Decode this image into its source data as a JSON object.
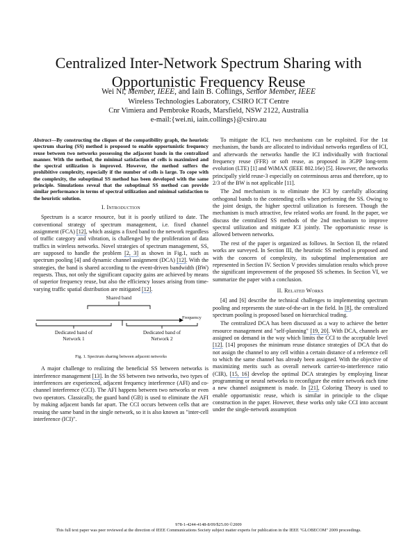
{
  "paper": {
    "title": "Centralized Inter-Network Spectrum Sharing with Opportunistic Frequency Reuse",
    "authors_prefix": "Wei Ni, ",
    "author1_role": "Member, IEEE",
    "authors_mid": ", and Iain B. Collings, ",
    "author2_role": "Senior Member, IEEE",
    "affiliation_1": "Wireless Technologies Laboratory, CSIRO ICT Centre",
    "affiliation_2": "Cnr Vimiera and Pembroke Roads, Marsfield, NSW 2122, Australia",
    "email": "e-mail:{wei.ni, iain.collings}@csiro.au"
  },
  "abstract": {
    "label": "Abstract",
    "text": "—By constructing the cliques of the compatibility graph, the heuristic spectrum sharing (SS) method is proposed to enable opportunistic frequency reuse between two networks possessing the adjacent bands in the centralized manner. With the method, the minimal satisfaction of cells is maximized and the spectral utilization is improved. However, the method suffers the prohibitive complexity, especially if the number of cells is large. To cope with the complexity, the suboptimal SS method has been developed with the same principle. Simulations reveal that the suboptimal SS method can provide similar performance in terms of spectral utilization and minimal satisfaction to the heuristic solution."
  },
  "sections": {
    "intro": "I. Introduction",
    "related": "II. Related Works"
  },
  "intro_p1": {
    "a": "Spectrum is a scarce resource, but it is poorly utilized to date. The conventional strategy of spectrum management, i.e. fixed channel assignment (FCA) ",
    "r1": "[12]",
    "b": ", which assigns a fixed band to the network regardless of traffic category and vibration, is challenged by the proliferation of data traffics in wireless networks. Novel strategies of spectrum management, SS, are supposed to handle the problem ",
    "r2": "[2, 3]",
    "c": " as shown in Fig.1, such as spectrum pooling [4] and dynamic channel assignment (DCA) ",
    "r3": "[12]",
    "d": ". With the strategies, the band is shared according to the event-driven bandwidth (BW) requests. Thus, not only the significant capacity gains are achieved by means of superior frequency reuse, but also the efficiency losses arising from time-varying traffic spatial distribution are mitigated ",
    "r4": "[12]",
    "e": "."
  },
  "figure": {
    "shared_band": "Shared band",
    "frequency": "Frequency",
    "band1_line1": "Dedicated band of",
    "band1_line2": "Network 1",
    "band2_line1": "Dedicated band of",
    "band2_line2": "Network 2",
    "caption": "Fig. 1.    Spectrum sharing between adjacent networks"
  },
  "intro_p2": {
    "a": "A major challenge to realizing the beneficial SS between networks is interference management ",
    "r1": "[13]",
    "b": ". In the SS between two networks, two types of interferences are experienced, adjacent frequency interference (AFI) and co-channel interference (CCI). The AFI happens between two networks or even two operators. Classically, the guard band (GB) is used to eliminate the AFI by making adjacent bands far apart. The CCI occurs between cells that are reusing the same band in the single network, so it is also known as \"inter-cell interference (ICI)\"."
  },
  "right_p1": "To mitigate the ICI, two mechanisms can be exploited. For the 1st mechanism, the bands are allocated to individual networks regardless of ICI, and afterwards the networks handle the ICI individually with fractional frequency reuse (FFR) or soft reuse, as proposed in 3GPP long-term evolution (LTE) [1] and WiMAX (IEEE 802.16e) [5]. However, the networks principally yield reuse-3 especially on coterminous areas and therefore, up to 2/3 of the BW is not applicable [11].",
  "right_p2": "The 2nd mechanism is to eliminate the ICI by carefully allocating orthogonal bands to the contending cells when performing the SS. Owing to the joint design, the higher spectral utilization is foreseen. Though the mechanism is much attractive, few related works are found. In the paper, we discuss the centralized SS methods of the 2nd mechanism to improve spectral utilization and mitigate ICI jointly. The opportunistic reuse is allowed between networks.",
  "right_p3": "The rest of the paper is organized as follows. In Section II, the related works are surveyed. In Section III, the heuristic SS method is proposed and with the concern of complexity, its suboptimal implementation are represented in Section IV. Section V provides simulation results which prove the significant improvement of the proposed SS schemes. In Section VI, we summarize the paper with a conclusion.",
  "related_p1": {
    "a": "[4] and [6] describe the technical challenges to implementing spectrum pooling and represents the state-of-the-art in the field. In ",
    "r1": "[8]",
    "b": ", the centralized spectrum pooling is proposed based on hierarchical trading."
  },
  "related_p2": {
    "a": "The centralized DCA has been discussed as a way to achieve the better resource management and \"self-planning\" ",
    "r1": "[19, 20]",
    "b": ". With DCA, channels are assigned on demand in the way which limits the CCI to the acceptable level ",
    "r2": "[12]",
    "c": ". [14] proposes the minimum reuse distance strategies of DCA that do not assign the channel to any cell within a certain distance of a reference cell to which the same channel has already been assigned. With the objective of maximizing merits such as overall network carrier-to-interference ratio (CIR), ",
    "r3": "[15, 16]",
    "d": " develop the optimal DCA strategies by employing linear programming or neural networks to reconfigure the entire network each time a new channel assignment is made. In ",
    "r4": "[21]",
    "e": ", Coloring Theory is used to enable opportunistic reuse, which is similar in principle to the clique construction in the paper. However, these works only take CCI into account under the single-network assumption"
  },
  "footer": {
    "line1": "978-1-4244-4148-8/09/$25.00 ©2009",
    "line2": "This full text paper was peer reviewed at the direction of IEEE Communications Society subject matter experts for publication in the IEEE \"GLOBECOM\" 2009 proceedings."
  }
}
